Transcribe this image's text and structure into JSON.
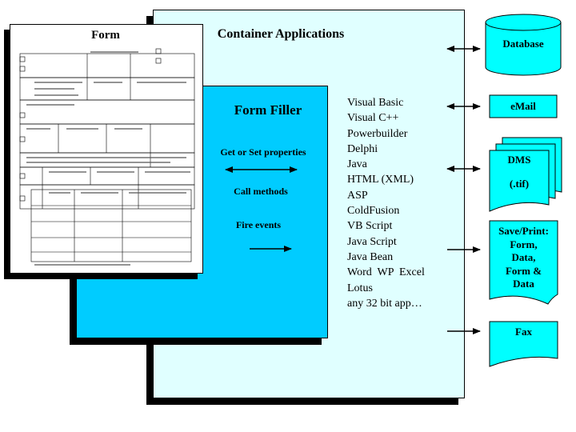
{
  "diagram": {
    "container": {
      "title": "Container Applications",
      "languages": [
        "Visual Basic",
        "Visual C++",
        "Powerbuilder",
        "Delphi",
        "Java",
        "HTML (XML)",
        "ASP",
        "ColdFusion",
        "VB Script",
        "Java Script",
        "Java Bean",
        "Word  WP  Excel",
        "Lotus",
        "any 32 bit app…"
      ]
    },
    "form": {
      "title": "Form"
    },
    "form_filler": {
      "title": "Form Filler",
      "actions": {
        "get_set": "Get or Set properties",
        "call": "Call methods",
        "fire": "Fire events"
      }
    },
    "targets": {
      "database": "Database",
      "email": "eMail",
      "dms": "DMS",
      "dms_format": "(.tif)",
      "save_print": [
        "Save/Print:",
        "Form,",
        "Data,",
        "Form &",
        "Data"
      ],
      "fax": "Fax"
    },
    "colors": {
      "container_fill": "#e0ffff",
      "form_filler_fill": "#00ccff",
      "target_fill": "#00ffff",
      "shadow": "#000000"
    }
  }
}
